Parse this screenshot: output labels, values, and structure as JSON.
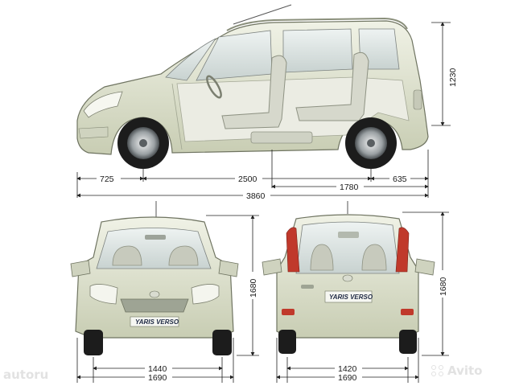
{
  "side_view": {
    "overhang_front": "725",
    "wheelbase": "2500",
    "overhang_rear": "635",
    "cargo_length": "1780",
    "overall_length": "3860",
    "height": "1230"
  },
  "front_view": {
    "track_front": "1440",
    "overall_width": "1690",
    "height": "1680",
    "badge": "YARIS VERSO"
  },
  "rear_view": {
    "track_rear": "1420",
    "overall_width": "1690",
    "height": "1680",
    "badge": "YARIS VERSO"
  },
  "watermarks": {
    "left": "autoru",
    "right": "Avito"
  },
  "colors": {
    "body": "#e4e8d6",
    "body_shade": "#c9ceb5",
    "glass": "#d9e2e0",
    "tire": "#1c1c1c",
    "dim_line": "#222222",
    "tail_light": "#c0392b"
  }
}
